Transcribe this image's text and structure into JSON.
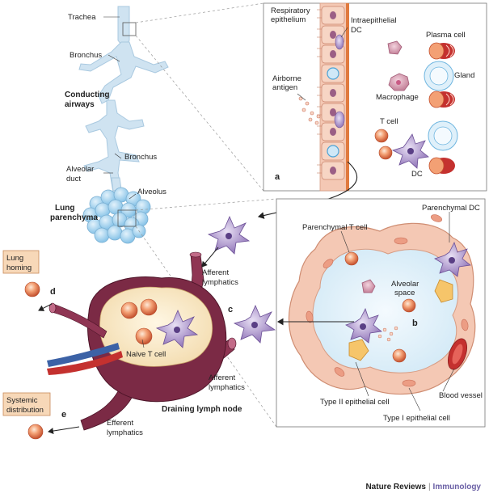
{
  "labels": {
    "trachea": "Trachea",
    "bronchus_top": "Bronchus",
    "conducting_airways_1": "Conducting",
    "conducting_airways_2": "airways",
    "bronchus_mid": "Bronchus",
    "alveolar_duct_1": "Alveolar",
    "alveolar_duct_2": "duct",
    "alveolus": "Alveolus",
    "lung_parenchyma_1": "Lung",
    "lung_parenchyma_2": "parenchyma",
    "respiratory_epithelium_1": "Respiratory",
    "respiratory_epithelium_2": "epithelium",
    "intraepithelial_dc_1": "Intraepithelial",
    "intraepithelial_dc_2": "DC",
    "plasma_cell": "Plasma cell",
    "airborne_antigen_1": "Airborne",
    "airborne_antigen_2": "antigen",
    "gland": "Gland",
    "macrophage": "Macrophage",
    "t_cell": "T cell",
    "dc": "DC",
    "parenchymal_dc": "Parenchymal DC",
    "parenchymal_t_cell": "Parenchymal T cell",
    "alveolar_space_1": "Alveolar",
    "alveolar_space_2": "space",
    "type_ii_epithelial": "Type II epithelial cell",
    "blood_vessel": "Blood vessel",
    "type_i_epithelial": "Type I epithelial cell",
    "afferent_lymphatics_top_1": "Afferent",
    "afferent_lymphatics_top_2": "lymphatics",
    "afferent_lymphatics_bottom_1": "Afferent",
    "afferent_lymphatics_bottom_2": "lymphatics",
    "lung_homing_1": "Lung",
    "lung_homing_2": "homing",
    "naive_t_cell": "Naive T cell",
    "draining_lymph_node": "Draining lymph node",
    "systemic_distribution_1": "Systemic",
    "systemic_distribution_2": "distribution",
    "efferent_lymphatics_1": "Efferent",
    "efferent_lymphatics_2": "lymphatics"
  },
  "panel_letters": {
    "a": "a",
    "b": "b",
    "c": "c",
    "d": "d",
    "e": "e"
  },
  "footer": {
    "publisher": "Nature Reviews",
    "separator": "|",
    "journal": "Immunology"
  },
  "colors": {
    "airway": "#cfe3f1",
    "alveolus": "#a9d4ee",
    "epithelium": "#f4c8b4",
    "lymph_node": "#7b2a45",
    "node_cortex": "#fbefd2",
    "t_cell": "#d8623b",
    "dendritic_cell": "#8c6fb5",
    "label_box": "#f7d8b8"
  }
}
